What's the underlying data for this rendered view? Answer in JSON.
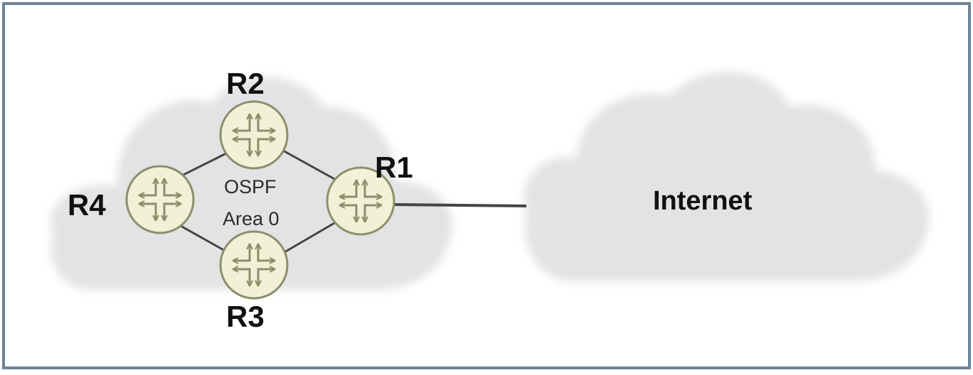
{
  "routers": [
    {
      "id": "R1",
      "label": "R1"
    },
    {
      "id": "R2",
      "label": "R2"
    },
    {
      "id": "R3",
      "label": "R3"
    },
    {
      "id": "R4",
      "label": "R4"
    }
  ],
  "ospf_area": {
    "line1": "OSPF",
    "line2": "Area 0"
  },
  "internet": {
    "label": "Internet"
  },
  "links": [
    [
      "R4",
      "R2"
    ],
    [
      "R2",
      "R1"
    ],
    [
      "R1",
      "R3"
    ],
    [
      "R3",
      "R4"
    ],
    [
      "R1",
      "Internet"
    ]
  ],
  "colors": {
    "frame_border": "#6f8396",
    "cloud_fill": "#e3e3e5",
    "router_fill": "#f2f1d8",
    "router_stroke": "#8d8f6a",
    "link": "#444444"
  }
}
